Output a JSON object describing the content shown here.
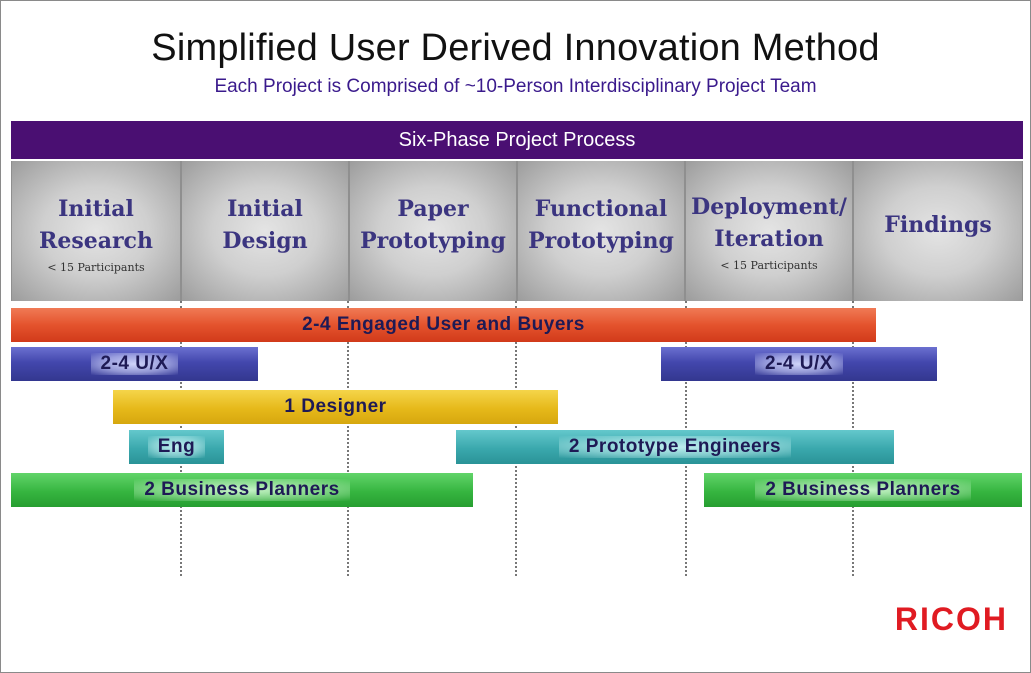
{
  "title": "Simplified User Derived Innovation Method",
  "subtitle": "Each Project is Comprised of ~10-Person Interdisciplinary Project Team",
  "process_header": "Six-Phase Project Process",
  "phases": [
    {
      "name_line1": "Initial",
      "name_line2": "Research",
      "note": "< 15 Participants"
    },
    {
      "name_line1": "Initial",
      "name_line2": "Design",
      "note": ""
    },
    {
      "name_line1": "Paper",
      "name_line2": "Prototyping",
      "note": ""
    },
    {
      "name_line1": "Functional",
      "name_line2": "Prototyping",
      "note": ""
    },
    {
      "name_line1": "Deployment/",
      "name_line2": "Iteration",
      "note": "< 15 Participants"
    },
    {
      "name_line1": "Findings",
      "name_line2": "",
      "note": ""
    }
  ],
  "bars": [
    {
      "label": "2-4 Engaged User and Buyers",
      "color": "#e4532d"
    },
    {
      "label": "2-4 U/X",
      "color": "#4347ad"
    },
    {
      "label": "2-4 U/X",
      "color": "#4347ad"
    },
    {
      "label": "1  Designer",
      "color": "#e6b91a"
    },
    {
      "label": "Eng",
      "color": "#3aa8ad"
    },
    {
      "label": "2 Prototype Engineers",
      "color": "#3aa8ad"
    },
    {
      "label": "2 Business Planners",
      "color": "#36b540"
    },
    {
      "label": "2 Business Planners",
      "color": "#36b540"
    }
  ],
  "logo": {
    "text": "RICOH",
    "color": "#e01b22"
  },
  "colors": {
    "header": "#4a0f72",
    "phase_text": "#3b3580",
    "subtitle": "#3a1a8c"
  }
}
